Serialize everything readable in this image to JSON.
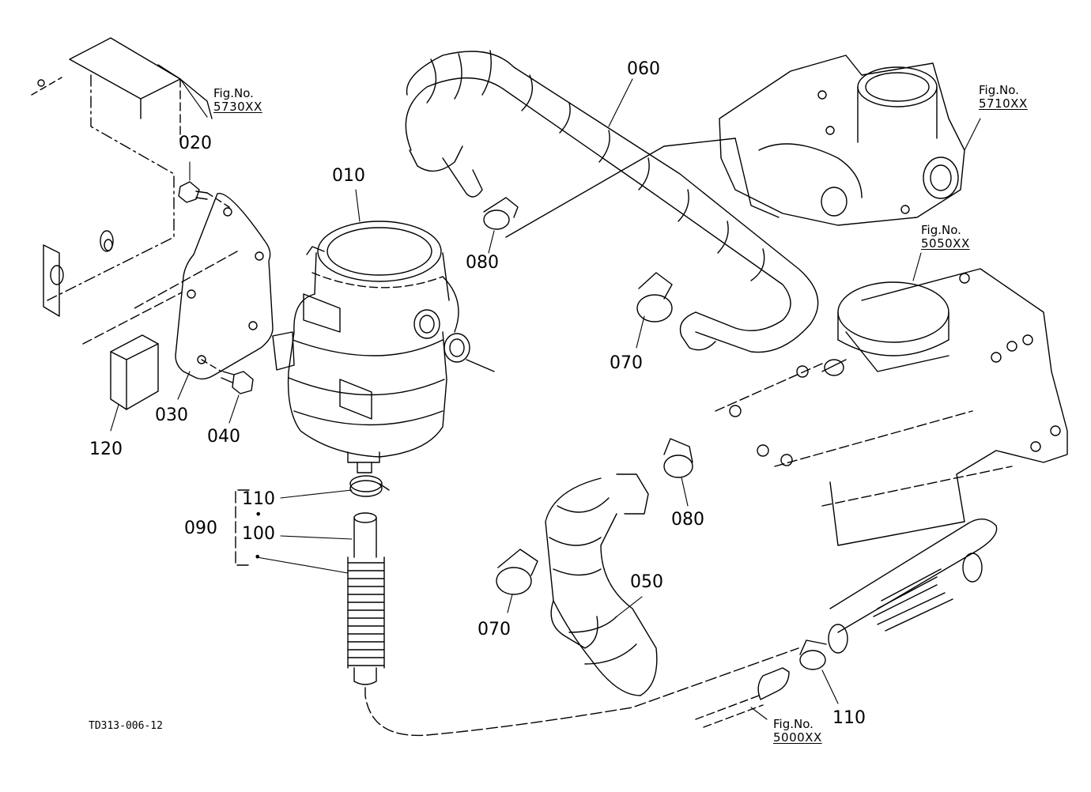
{
  "diagram": {
    "drawing_code": "TD313-006-12",
    "parts": {
      "p010": "010",
      "p020": "020",
      "p030": "030",
      "p040": "040",
      "p050": "050",
      "p060": "060",
      "p070a": "070",
      "p070b": "070",
      "p080a": "080",
      "p080b": "080",
      "p090": "090",
      "p100": "100",
      "p110a": "110",
      "p110b": "110",
      "p120": "120"
    },
    "figure_refs": [
      {
        "label": "Fig.No.",
        "number": "5730XX"
      },
      {
        "label": "Fig.No.",
        "number": "5710XX"
      },
      {
        "label": "Fig.No.",
        "number": "5050XX"
      },
      {
        "label": "Fig.No.",
        "number": "5000XX"
      }
    ],
    "kit_marker": "•"
  },
  "colors": {
    "line": "#000000",
    "background": "#ffffff"
  }
}
